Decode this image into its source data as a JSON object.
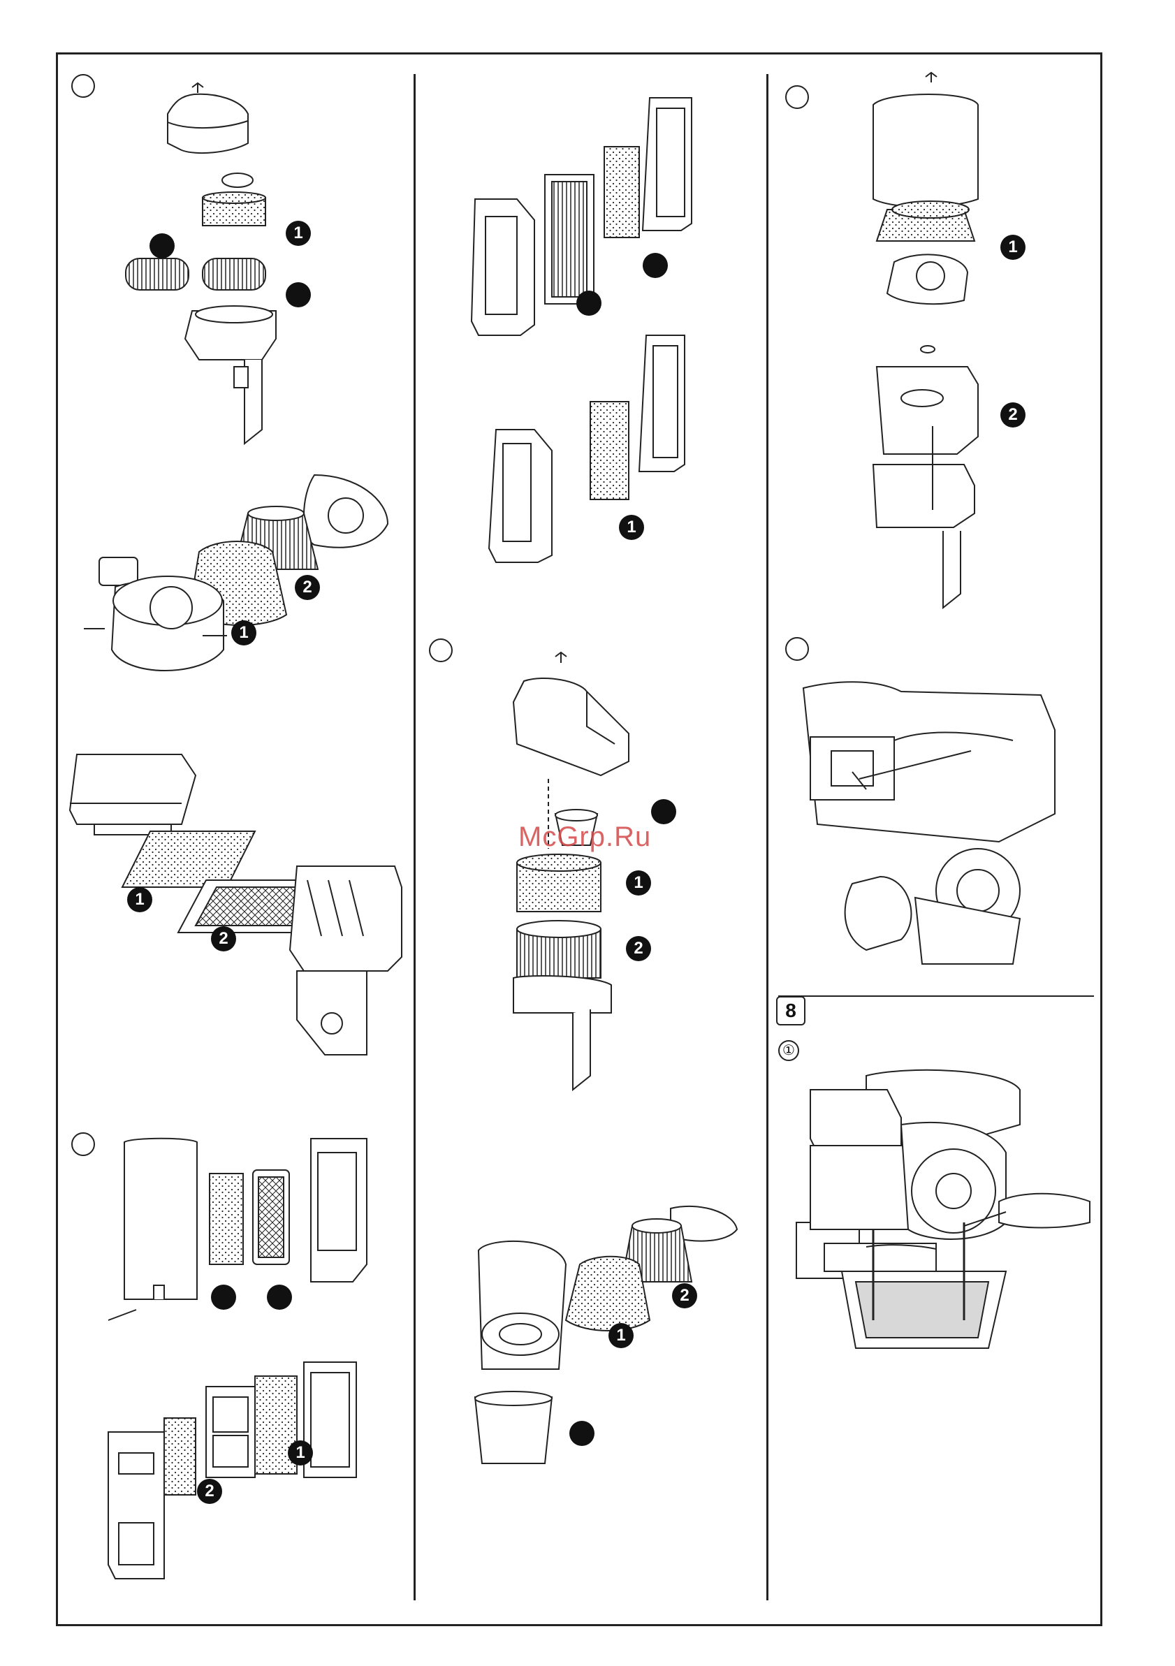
{
  "watermark": "McGrp.Ru",
  "panel_8": {
    "step_number": "8",
    "sub_marker": "①"
  },
  "callouts": {
    "c1": "1",
    "c2": "2",
    "blank": ""
  },
  "colors": {
    "line": "#222222",
    "watermark": "#d44a4a",
    "badge": "#111111"
  },
  "icons": [
    "air-cleaner-diagram",
    "foam-element-icon",
    "paper-element-icon",
    "engine-oil-drain-illustration",
    "wrench-hand-illustration"
  ]
}
